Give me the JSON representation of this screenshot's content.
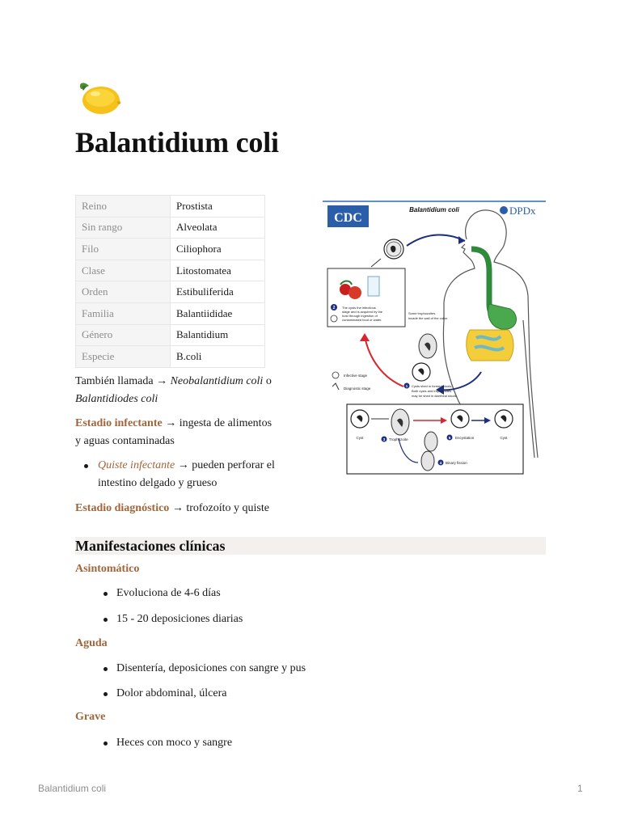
{
  "document": {
    "emoji": "lemon",
    "title": "Balantidium coli",
    "taxonomy": [
      {
        "key": "Reino",
        "value": "Prostista"
      },
      {
        "key": "Sin rango",
        "value": "Alveolata"
      },
      {
        "key": "Filo",
        "value": "Ciliophora"
      },
      {
        "key": "Clase",
        "value": "Litostomatea"
      },
      {
        "key": "Orden",
        "value": "Estibuliferida"
      },
      {
        "key": "Familia",
        "value": "Balantiididae"
      },
      {
        "key": "Género",
        "value": "Balantidium"
      },
      {
        "key": "Especie",
        "value": "B.coli"
      }
    ],
    "aka": {
      "prefix": "También llamada → ",
      "name1": "Neobalantidium  coli",
      "joiner": " o",
      "name2": "Balantidiodes coli"
    },
    "infective": {
      "label": "Estadio infectante",
      "text1": " → ingesta de alimentos",
      "text2": "y aguas contaminadas"
    },
    "cyst_bullet": {
      "label": "Quiste infectante",
      "text1": " → pueden perforar el",
      "text2": "intestino delgado y grueso"
    },
    "diagnostic": {
      "label": "Estadio diagnóstico",
      "text": " → trofozoíto y quiste"
    },
    "manifestations": {
      "heading": "Manifestaciones clínicas",
      "groups": [
        {
          "title": "Asintomático",
          "items": [
            "Evoluciona de 4-6 días",
            "15 - 20 deposiciones diarias"
          ]
        },
        {
          "title": "Aguda",
          "items": [
            "Disentería, deposiciones con sangre y pus",
            "Dolor abdominal, úlcera"
          ]
        },
        {
          "title": "Grave",
          "items": [
            "Heces con moco y sangre"
          ]
        }
      ]
    },
    "figure": {
      "logo_left": "CDC",
      "caption": "Balantidium coli",
      "logo_right": "DPDx",
      "step2_text": "The cysts the infectious stage and is acquired by the host through ingestion of contaminated food or water.",
      "bowel_text": "Some trophozoites invade the wall of the colon.",
      "infective_legend": "Infective stage",
      "diagnostic_legend": "Diagnostic stage",
      "step1_text": "Cysts shed in formed stools; Both cysts and trophozoites may be shed in diarrheal stools.",
      "label_cyst": "Cyst",
      "label_troph": "Trophozoite",
      "label_encyst": "Encystation",
      "label_cyst2": "Cyst",
      "label_fission": "Binary fission",
      "num_1": "1",
      "num_2": "2",
      "num_3": "3",
      "num_4": "4",
      "num_5": "5"
    },
    "footer": {
      "left": "Balantidium coli",
      "right": "1"
    }
  }
}
